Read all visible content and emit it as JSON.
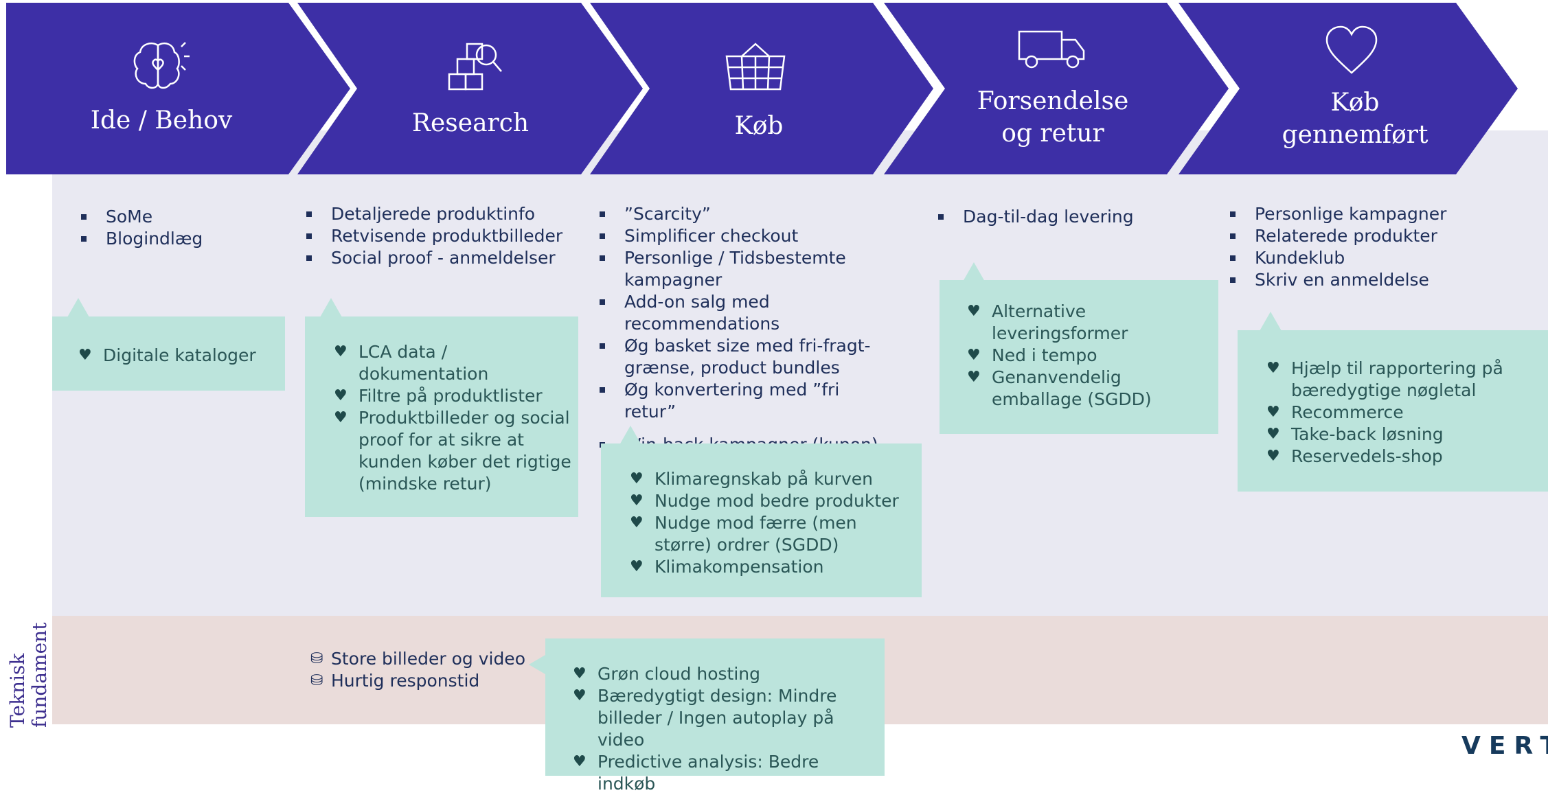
{
  "colors": {
    "chevron": "#3d2fa6",
    "content_bg": "#e9e9f2",
    "foundation_bg": "#eadcda",
    "green_box": "#bce4dc",
    "text_dark": "#1f2f5a",
    "text_green": "#2a5656"
  },
  "stages": [
    {
      "title": "Ide / Behov",
      "icon": "brain-heart-icon"
    },
    {
      "title": "Research",
      "icon": "boxes-magnifier-icon"
    },
    {
      "title": "Køb",
      "icon": "basket-icon"
    },
    {
      "title": "Forsendelse\nog retur",
      "icon": "truck-icon"
    },
    {
      "title": "Køb\ngennemført",
      "icon": "heart-icon"
    }
  ],
  "columns": [
    {
      "bullets": [
        "SoMe",
        "Blogindlæg"
      ],
      "green": [
        "Digitale kataloger"
      ]
    },
    {
      "bullets": [
        "Detaljerede produktinfo",
        "Retvisende produktbilleder",
        "Social proof - anmeldelser"
      ],
      "green": [
        "LCA data / dokumentation",
        "Filtre på produktlister",
        "Produktbilleder og social proof for at sikre at kunden køber det rigtige (mindske retur)"
      ]
    },
    {
      "bullets": [
        "”Scarcity”",
        "Simplificer checkout",
        "Personlige / Tidsbestemte kampagner",
        "Add-on salg med recommendations",
        "Øg basket size med fri-fragt-grænse, product bundles",
        "Øg konvertering med ”fri retur”",
        "Win-back kampagner (kupon)"
      ],
      "green": [
        "Klimaregnskab på kurven",
        "Nudge mod bedre produkter",
        "Nudge mod færre (men større) ordrer (SGDD)",
        "Klimakompensation"
      ]
    },
    {
      "bullets": [
        "Dag-til-dag levering"
      ],
      "green": [
        "Alternative leveringsformer",
        "Ned i tempo",
        "Genanvendelig emballage (SGDD)"
      ]
    },
    {
      "bullets": [
        "Personlige kampagner",
        "Relaterede produkter",
        "Kundeklub",
        "Skriv en anmeldelse"
      ],
      "green": [
        "Hjælp til rapportering på bæredygtige nøgletal",
        "Recommerce",
        "Take-back løsning",
        "Reservedels-shop"
      ]
    }
  ],
  "foundation": {
    "label": "Teknisk\nfundament",
    "items": [
      "Store billeder og video",
      "Hurtig responstid"
    ],
    "item_icon": "database-icon",
    "green": [
      "Grøn cloud hosting",
      "Bæredygtigt design: Mindre billeder / Ingen autoplay på video",
      "Predictive analysis: Bedre indkøb"
    ]
  },
  "logo": "VERT"
}
